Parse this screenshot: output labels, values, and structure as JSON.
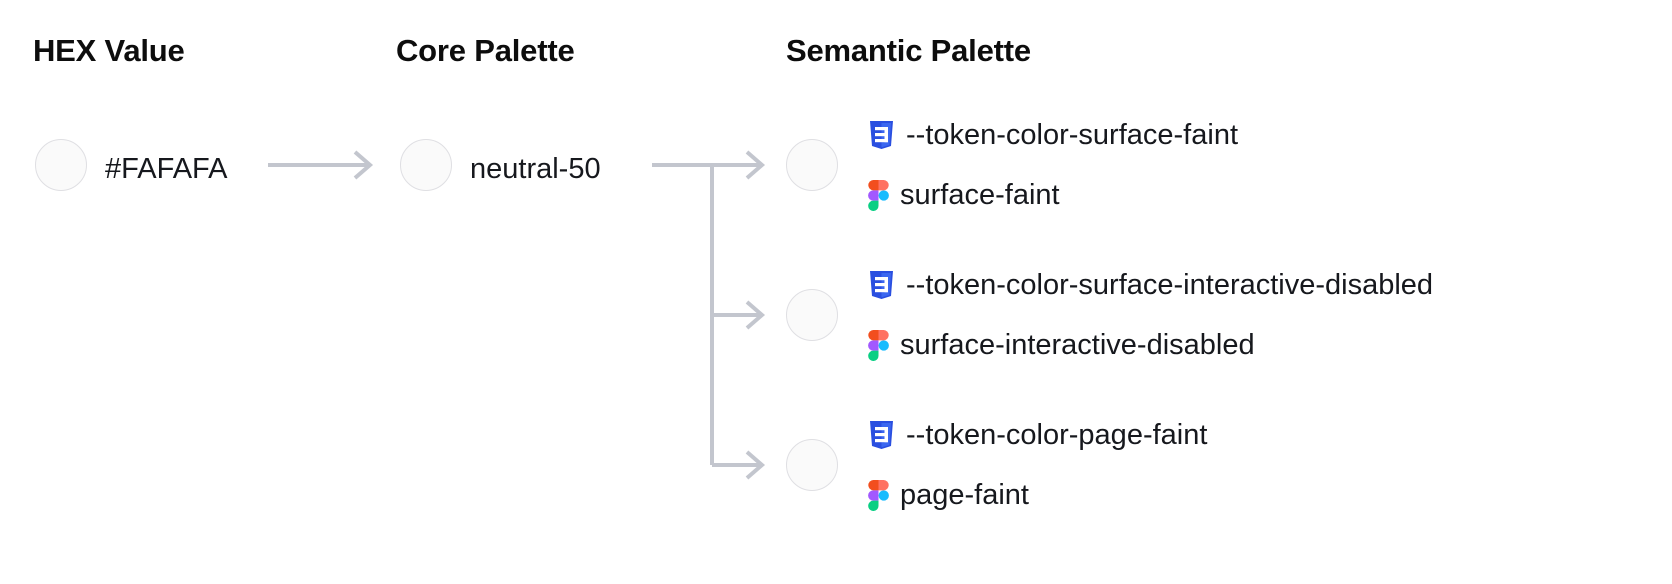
{
  "columns": {
    "hex": {
      "header": "HEX Value"
    },
    "core": {
      "header": "Core Palette"
    },
    "semantic": {
      "header": "Semantic Palette"
    }
  },
  "hex_value": {
    "label": "#FAFAFA",
    "swatch_color": "#FAFAFA"
  },
  "core_value": {
    "label": "neutral-50",
    "swatch_color": "#FAFAFA"
  },
  "semantic_tokens": [
    {
      "swatch_color": "#FAFAFA",
      "css_icon": "css3-icon",
      "css_token": "--token-color-surface-faint",
      "figma_icon": "figma-icon",
      "figma_token": "surface-faint"
    },
    {
      "swatch_color": "#FAFAFA",
      "css_icon": "css3-icon",
      "css_token": "--token-color-surface-interactive-disabled",
      "figma_icon": "figma-icon",
      "figma_token": "surface-interactive-disabled"
    },
    {
      "swatch_color": "#FAFAFA",
      "css_icon": "css3-icon",
      "css_token": "--token-color-page-faint",
      "figma_icon": "figma-icon",
      "figma_token": "page-faint"
    }
  ],
  "theme": {
    "swatch_fill": "#FAFAFA",
    "swatch_border": "#DFDFE3",
    "connector_color": "#C3C6CE",
    "css_blue": "#2A4FE0",
    "css_blue_light": "#3C68F0",
    "figma_orange": "#F24E1E",
    "figma_salmon": "#FF7262",
    "figma_purple": "#A259FF",
    "figma_cyan": "#1ABCFE",
    "figma_green": "#0ACF83",
    "text_color": "#16181D",
    "background": "#FFFFFF"
  }
}
